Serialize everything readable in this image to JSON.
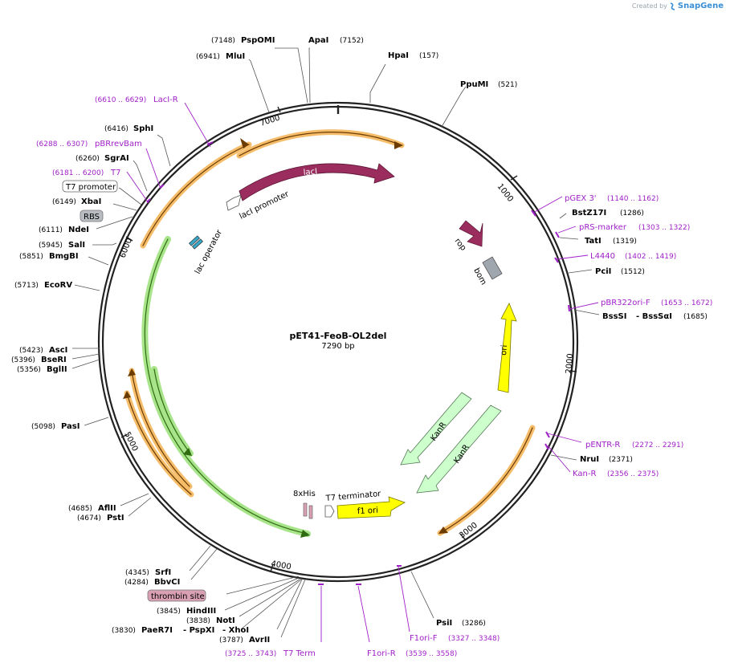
{
  "credit": {
    "prefix": "Created by",
    "brand": "SnapGene"
  },
  "plasmid": {
    "name": "pET41-FeoB-OL2del",
    "length_label": "7290 bp"
  },
  "ticks": {
    "t1000": "1000",
    "t2000": "2000",
    "t3000": "3000",
    "t4000": "4000",
    "t5000": "5000",
    "t6000": "6000",
    "t7000": "7000"
  },
  "enzymes": {
    "pspomi": {
      "name": "PspOMI",
      "pos": "(7148)"
    },
    "apai": {
      "name": "ApaI",
      "pos": "(7152)"
    },
    "hpai": {
      "name": "HpaI",
      "pos": "(157)"
    },
    "mlui": {
      "name": "MluI",
      "pos": "(6941)"
    },
    "ppumi": {
      "name": "PpuMI",
      "pos": "(521)"
    },
    "sphi": {
      "name": "SphI",
      "pos": "(6416)"
    },
    "sgrai": {
      "name": "SgrAI",
      "pos": "(6260)"
    },
    "xbai": {
      "name": "XbaI",
      "pos": "(6149)"
    },
    "ndei": {
      "name": "NdeI",
      "pos": "(6111)"
    },
    "sali": {
      "name": "SalI",
      "pos": "(5945)"
    },
    "bmgbi": {
      "name": "BmgBI",
      "pos": "(5851)"
    },
    "ecorv": {
      "name": "EcoRV",
      "pos": "(5713)"
    },
    "asci": {
      "name": "AscI",
      "pos": "(5423)"
    },
    "beseri": {
      "name": "BseRI",
      "pos": "(5396)"
    },
    "bglii": {
      "name": "BglII",
      "pos": "(5356)"
    },
    "pasi": {
      "name": "PasI",
      "pos": "(5098)"
    },
    "aflii": {
      "name": "AflII",
      "pos": "(4685)"
    },
    "psti": {
      "name": "PstI",
      "pos": "(4674)"
    },
    "srfi": {
      "name": "SrfI",
      "pos": "(4345)"
    },
    "bbvci": {
      "name": "BbvCI",
      "pos": "(4284)"
    },
    "hindiii": {
      "name": "HindIII",
      "pos": "(3845)"
    },
    "noti": {
      "name": "NotI",
      "pos": "(3838)"
    },
    "paer7i": {
      "name": "PaeR7I",
      "pos": "(3830)"
    },
    "pspxi": {
      "name": "- PspXI",
      "pos": ""
    },
    "xhoi": {
      "name": "- XhoI",
      "pos": ""
    },
    "avrii": {
      "name": "AvrII",
      "pos": "(3787)"
    },
    "bstz17i": {
      "name": "BstZ17I",
      "pos": "(1286)"
    },
    "tati": {
      "name": "TatI",
      "pos": "(1319)"
    },
    "pcii": {
      "name": "PciI",
      "pos": "(1512)"
    },
    "bsssi": {
      "name": "BssSI",
      "pos": "(1685)"
    },
    "bsssai": {
      "name": "- BssSαI",
      "pos": ""
    },
    "nrui": {
      "name": "NruI",
      "pos": "(2371)"
    },
    "psii": {
      "name": "PsiI",
      "pos": "(3286)"
    }
  },
  "primers": {
    "lacir": {
      "name": "LacI-R",
      "pos": "(6610 .. 6629)"
    },
    "pbrrevbam": {
      "name": "pBRrevBam",
      "pos": "(6288 .. 6307)"
    },
    "t7": {
      "name": "T7",
      "pos": "(6181 .. 6200)"
    },
    "pgex3": {
      "name": "pGEX 3'",
      "pos": "(1140 .. 1162)"
    },
    "prsmarker": {
      "name": "pRS-marker",
      "pos": "(1303 .. 1322)"
    },
    "l4440": {
      "name": "L4440",
      "pos": "(1402 .. 1419)"
    },
    "pbr322orif": {
      "name": "pBR322ori-F",
      "pos": "(1653 .. 1672)"
    },
    "pentrr": {
      "name": "pENTR-R",
      "pos": "(2272 .. 2291)"
    },
    "kanr": {
      "name": "Kan-R",
      "pos": "(2356 .. 2375)"
    },
    "f1orif": {
      "name": "F1ori-F",
      "pos": "(3327 .. 3348)"
    },
    "f1orir": {
      "name": "F1ori-R",
      "pos": "(3539 .. 3558)"
    },
    "t7term": {
      "name": "T7 Term",
      "pos": "(3725 .. 3743)"
    }
  },
  "boxed": {
    "t7promoter": "T7 promoter",
    "rbs": "RBS",
    "thrombin": "thrombin site"
  },
  "features": {
    "laci": "lacI",
    "lacipromoter": "lacI promoter",
    "lacoperator": "lac operator",
    "rop": "rop",
    "bom": "bom",
    "ori": "ori",
    "kanr1": "KanR",
    "kanr2": "KanR",
    "f1ori": "f1 ori",
    "his": "8xHis",
    "t7terminator": "T7 terminator"
  },
  "colors": {
    "backbone": "#222222",
    "laci": "#9b2d5e",
    "orange": "#f4b55a",
    "green": "#a8e48a",
    "kanr": "#ccffcc",
    "ori": "#ffff00",
    "bom": "#a0a6ae",
    "primer": "#a020c8"
  }
}
